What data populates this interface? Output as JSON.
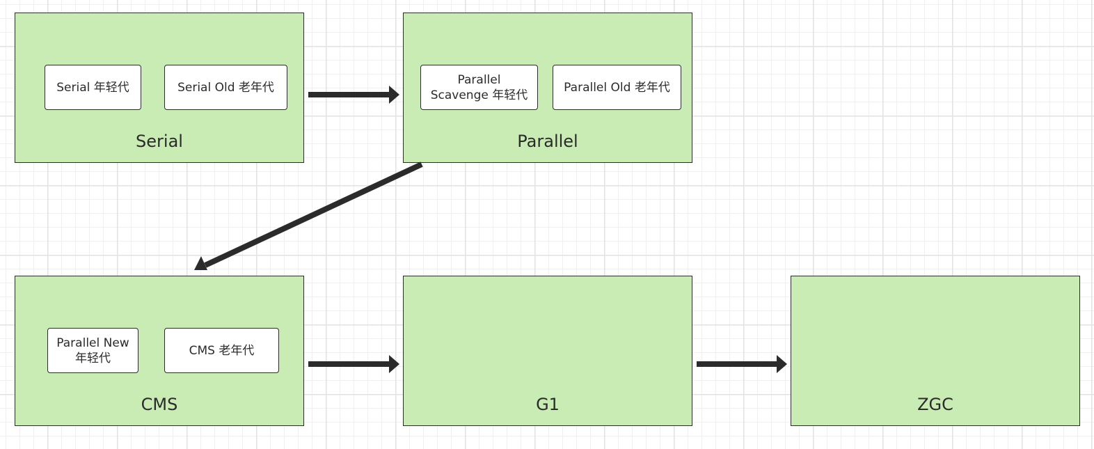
{
  "diagram": {
    "groups": [
      {
        "id": "serial",
        "title": "Serial",
        "nodes": [
          "Serial 年轻代",
          "Serial Old 老年代"
        ]
      },
      {
        "id": "parallel",
        "title": "Parallel",
        "nodes": [
          "Parallel\nScavenge 年轻代",
          "Parallel Old 老年代"
        ]
      },
      {
        "id": "cms",
        "title": "CMS",
        "nodes": [
          "Parallel New\n年轻代",
          "CMS 老年代"
        ]
      },
      {
        "id": "g1",
        "title": "G1",
        "nodes": []
      },
      {
        "id": "zgc",
        "title": "ZGC",
        "nodes": []
      }
    ],
    "edges": [
      {
        "from": "serial",
        "to": "parallel"
      },
      {
        "from": "parallel",
        "to": "cms"
      },
      {
        "from": "cms",
        "to": "g1"
      },
      {
        "from": "g1",
        "to": "zgc"
      }
    ],
    "colors": {
      "group_fill": "#c9ebb4",
      "stroke": "#2b2b2b",
      "node_fill": "#ffffff",
      "grid_line": "#e2e2e2"
    }
  }
}
